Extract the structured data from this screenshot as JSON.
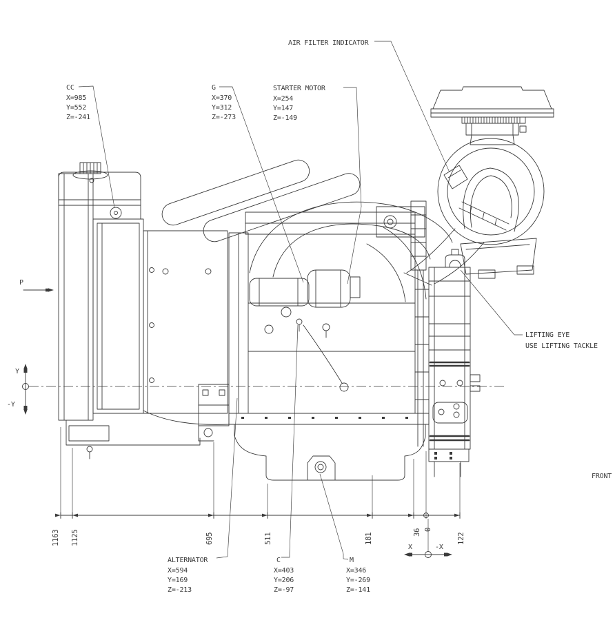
{
  "callouts": {
    "air_filter_indicator": {
      "label": "AIR FILTER INDICATOR"
    },
    "cc": {
      "label": "CC",
      "x": "X=985",
      "y": "Y=552",
      "z": "Z=-241"
    },
    "g": {
      "label": "G",
      "x": "X=370",
      "y": "Y=312",
      "z": "Z=-273"
    },
    "starter_motor": {
      "label": "STARTER MOTOR",
      "x": "X=254",
      "y": "Y=147",
      "z": "Z=-149"
    },
    "lifting_eye": {
      "line1": "LIFTING EYE",
      "line2": "USE LIFTING TACKLE"
    },
    "alternator": {
      "label": "ALTERNATOR",
      "x": "X=594",
      "y": "Y=169",
      "z": "Z=-213"
    },
    "c_point": {
      "label": "C",
      "x": "X=403",
      "y": "Y=206",
      "z": "Z=-97"
    },
    "m_point": {
      "label": "M",
      "x": "X=346",
      "y": "Y=-269",
      "z": "Z=-141"
    }
  },
  "annotations": {
    "front_label": "FRONT",
    "p_label": "P"
  },
  "axis_markers": {
    "y_positive": "Y",
    "y_negative": "-Y",
    "x_positive": "X",
    "x_negative": "-X"
  },
  "dimensions": {
    "values": [
      "1163",
      "1125",
      "695",
      "511",
      "181",
      "36",
      "0",
      "122"
    ]
  },
  "colors": {
    "line": "#3a3a3a",
    "background": "#ffffff"
  }
}
